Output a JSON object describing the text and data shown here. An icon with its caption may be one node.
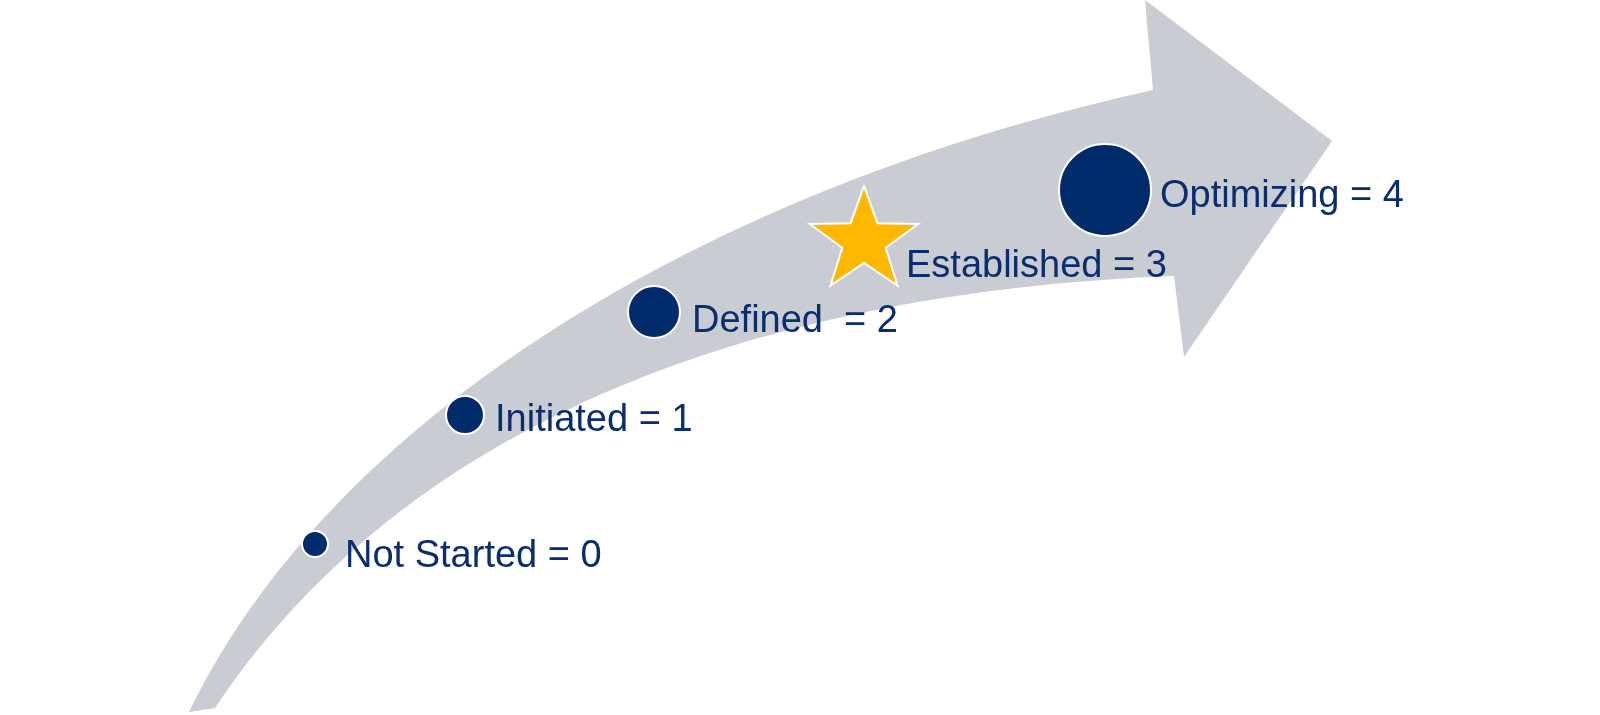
{
  "diagram": {
    "nodes": [
      {
        "text": [],
        "shape": "circle",
        "beside": [
          "Not Started = 0"
        ]
      },
      {
        "text": [],
        "shape": "circle",
        "beside": [
          "Initiated = 1"
        ]
      },
      {
        "text": [],
        "shape": "circle",
        "beside": [
          "Defined  = 2"
        ]
      },
      {
        "text": [],
        "shape": "star",
        "beside": [
          "Established = 3"
        ]
      },
      {
        "text": [],
        "shape": "circle",
        "beside": [
          "Optimizing = 4"
        ]
      }
    ]
  }
}
